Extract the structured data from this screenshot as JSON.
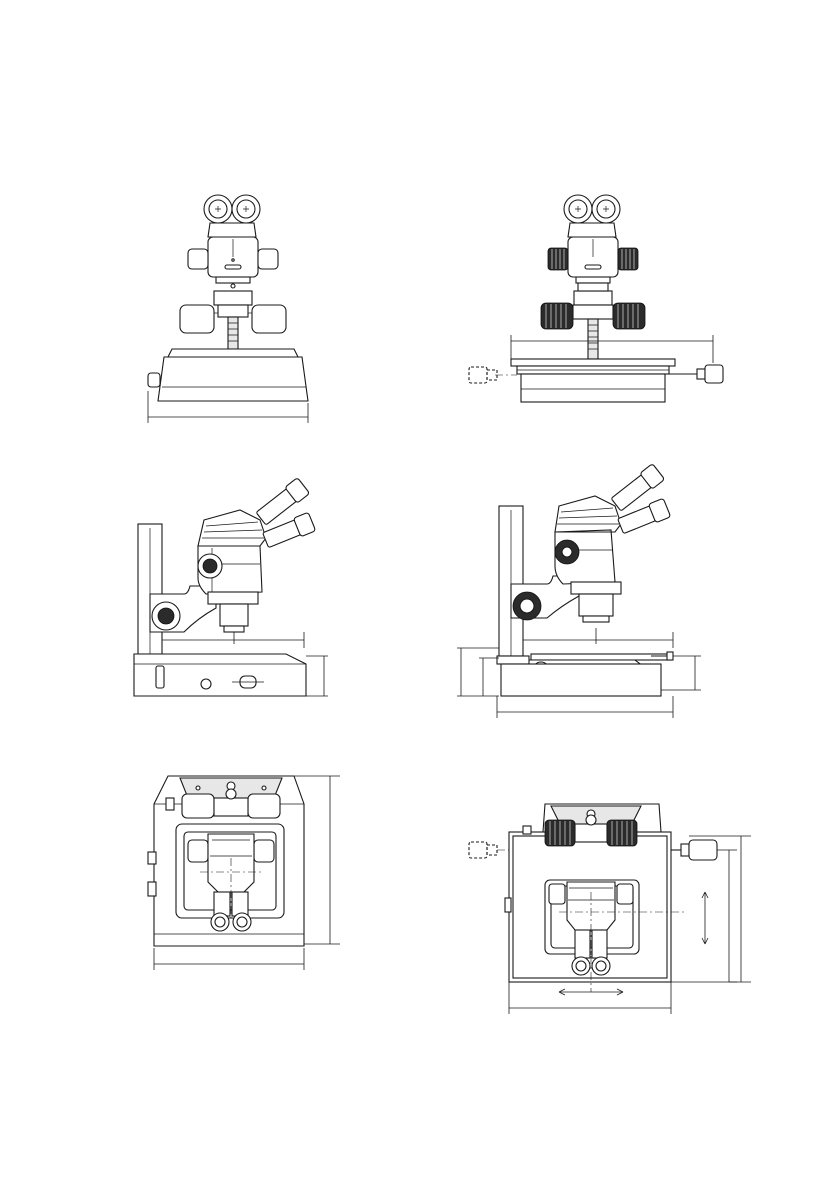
{
  "drawing": {
    "views": [
      {
        "id": "front-view-standard",
        "kind": "front"
      },
      {
        "id": "front-view-cross-stage",
        "kind": "front"
      },
      {
        "id": "side-view-standard",
        "kind": "side"
      },
      {
        "id": "side-view-cross-stage",
        "kind": "side"
      },
      {
        "id": "top-view-standard",
        "kind": "top"
      },
      {
        "id": "top-view-cross-stage",
        "kind": "top"
      }
    ],
    "dimension_labels": [],
    "colors": {
      "line": "#1a1a1a",
      "fill": "#ffffff",
      "shade": "#e7e7e7",
      "knurl": "#2b2b2b"
    }
  }
}
